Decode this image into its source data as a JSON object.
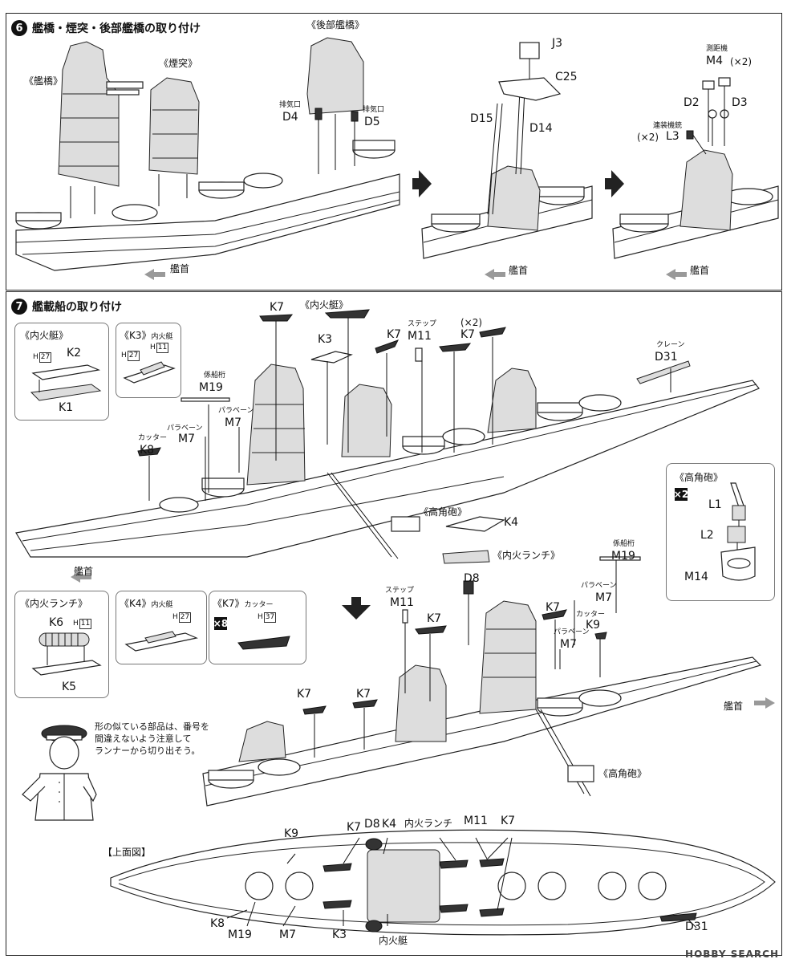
{
  "step6": {
    "number": "6",
    "title": "艦橋・煙突・後部艦橋の取り付け",
    "bridge": "《艦橋》",
    "funnel": "《煙突》",
    "aft_bridge": "《後部艦橋》",
    "exhaust_label": "排気口",
    "d4": "D4",
    "d5": "D5",
    "j3": "J3",
    "c25": "C25",
    "d15": "D15",
    "d14": "D14",
    "rangefinder_label": "測距機",
    "m4": "M4",
    "m4_qty": "(×2)",
    "d2": "D2",
    "d3": "D3",
    "machinegun_label": "連装機銃",
    "l3_qty": "(×2)",
    "l3": "L3",
    "bow": "艦首"
  },
  "step7": {
    "number": "7",
    "title": "艦載船の取り付け",
    "inner_boat": "《内火艇》",
    "inner_launch": "《内火ランチ》",
    "k7": "K7",
    "k3": "K3",
    "k2": "K2",
    "k1": "K1",
    "k4": "K4",
    "k5": "K5",
    "k6": "K6",
    "k8": "K8",
    "k9": "K9",
    "d8": "D8",
    "d31": "D31",
    "m7": "M7",
    "m11": "M11",
    "m19": "M19",
    "m14": "M14",
    "l1": "L1",
    "l2": "L2",
    "h": "H",
    "h27": "27",
    "h11": "11",
    "h37": "37",
    "x2": "(×2)",
    "x2_badge": "×2",
    "x8_badge": "×8",
    "step_label": "ステップ",
    "mooring_boom": "係船桁",
    "paravane": "パラベーン",
    "cutter": "カッター",
    "crane": "クレーン",
    "inner_boat_small": "内火艇",
    "high_angle_gun": "《高角砲》",
    "sub_k3": "《K3》",
    "sub_k4": "《K4》",
    "sub_k7": "《K7》",
    "bow": "艦首",
    "top_view": "【上面図】",
    "top_inner_launch": "内火ランチ",
    "top_inner_boat": "内火艇",
    "note_line1": "形の似ている部品は、番号を",
    "note_line2": "間違えないよう注意して",
    "note_line3": "ランナーから切り出そう。"
  },
  "watermark": "HOBBY SEARCH"
}
